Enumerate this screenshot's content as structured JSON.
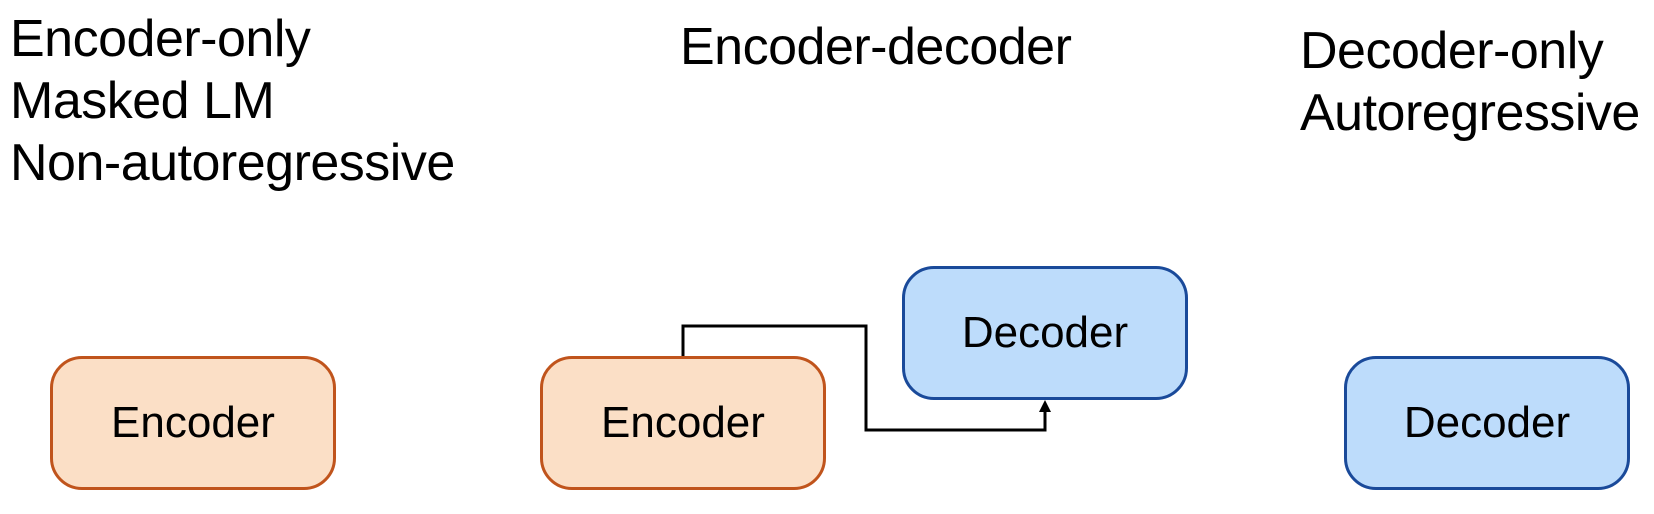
{
  "columns": {
    "encoder_only": {
      "lines": [
        "Encoder-only",
        "Masked LM",
        "Non-autoregressive"
      ]
    },
    "encoder_decoder": {
      "lines": [
        "Encoder-decoder"
      ]
    },
    "decoder_only": {
      "lines": [
        "Decoder-only",
        "Autoregressive"
      ]
    }
  },
  "boxes": {
    "encoder_only_encoder": "Encoder",
    "encoder_decoder_encoder": "Encoder",
    "encoder_decoder_decoder": "Decoder",
    "decoder_only_decoder": "Decoder"
  },
  "colors": {
    "encoder_fill": "#fbdfc6",
    "encoder_border": "#c0541c",
    "decoder_fill": "#bddcfb",
    "decoder_border": "#1a4a9a",
    "connector": "#000000"
  }
}
